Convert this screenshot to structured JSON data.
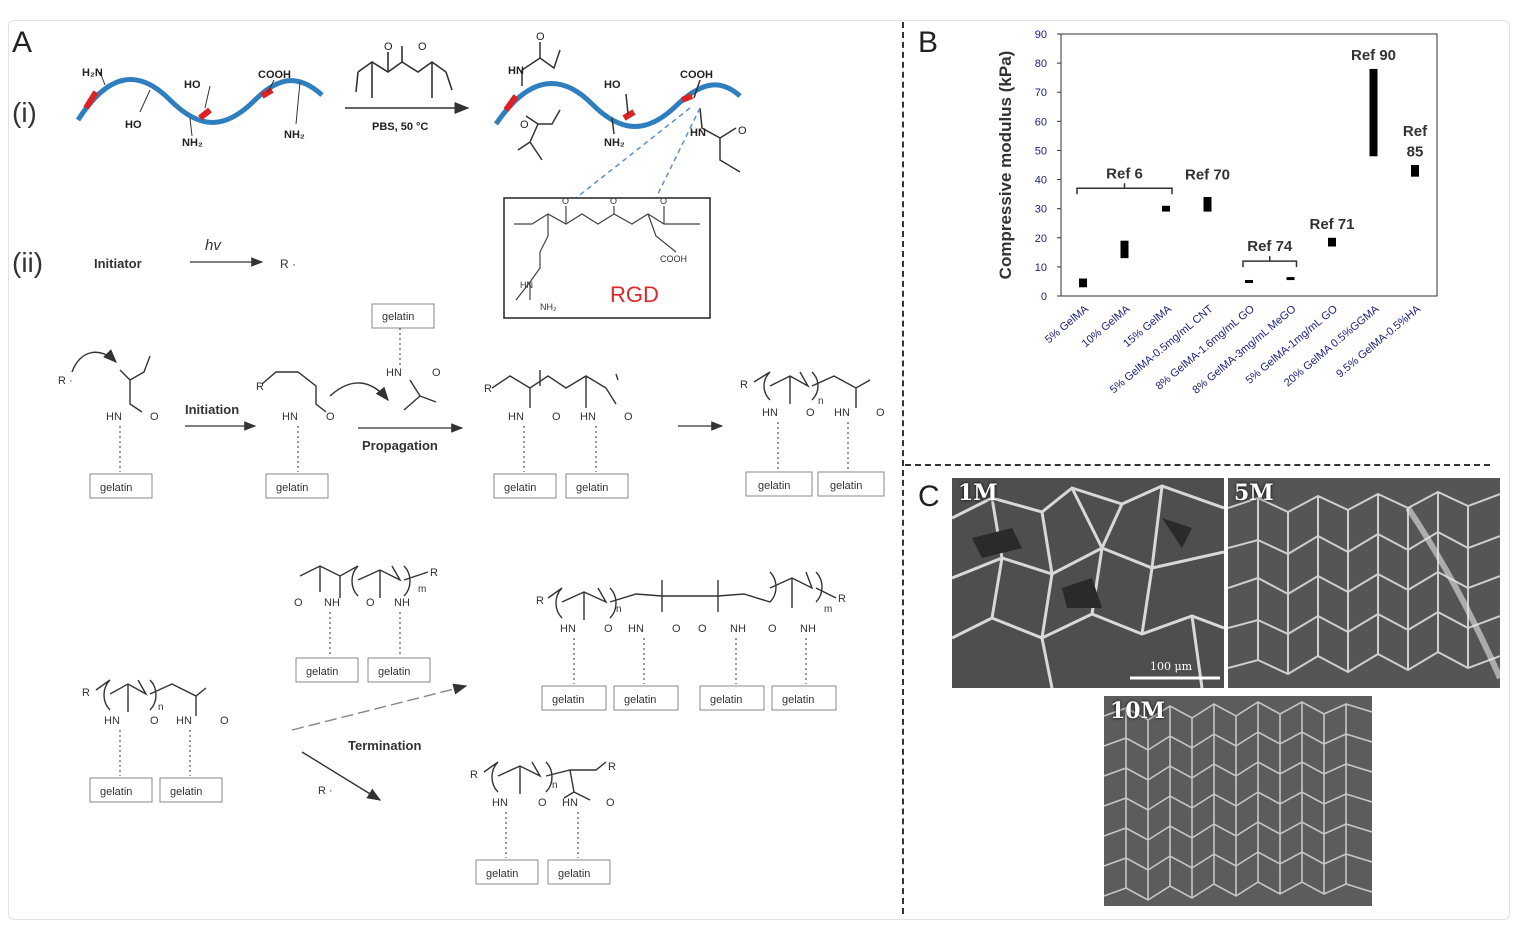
{
  "panels": {
    "a": "A",
    "b": "B",
    "c": "C"
  },
  "scheme": {
    "step_i": "(i)",
    "step_ii": "(ii)",
    "anhydride_conditions": "PBS, 50 °C",
    "initiator": "Initiator",
    "hv": "hv",
    "radical": "R ·",
    "initiation": "Initiation",
    "propagation": "Propagation",
    "termination": "Termination",
    "rgd": "RGD",
    "gelatin": "gelatin",
    "cooh": "COOH",
    "h2n": "H₂N",
    "nh2": "NH₂",
    "ho": "HO",
    "hn": "HN",
    "nh": "NH",
    "o": "O",
    "r": "R",
    "n": "n",
    "m": "m"
  },
  "chart_data": {
    "type": "bar",
    "ylabel": "Compressive modulus (kPa)",
    "ylim": [
      0,
      90
    ],
    "yticks": [
      0,
      10,
      20,
      30,
      40,
      50,
      60,
      70,
      80,
      90
    ],
    "categories": [
      "5% GelMA",
      "10% GelMA",
      "15% GelMA",
      "5% GelMA-0.5mg/mL CNT",
      "8% GelMA-1.6mg/mL GO",
      "8% GelMA-3mg/mL MeGO",
      "5% GelMA-1mg/mL GO",
      "20% GelMA 0.5%GGMA",
      "9.5% GelMA-0.5%HA"
    ],
    "ranges": [
      [
        3,
        6
      ],
      [
        13,
        19
      ],
      [
        29,
        31
      ],
      [
        29,
        34
      ],
      [
        4.5,
        5.5
      ],
      [
        6,
        6.5
      ],
      [
        17,
        20
      ],
      [
        48,
        78
      ],
      [
        41,
        45
      ]
    ],
    "annotations": [
      {
        "text": "Ref 6",
        "categories": [
          0,
          2
        ],
        "y": 37
      },
      {
        "text": "Ref 70",
        "category": 3,
        "y": 40
      },
      {
        "text": "Ref 74",
        "categories": [
          4,
          5
        ],
        "y": 12
      },
      {
        "text": "Ref 71",
        "category": 6,
        "y": 23
      },
      {
        "text": "Ref 90",
        "category": 7,
        "y": 81
      },
      {
        "text": "Ref",
        "category": 8,
        "y": 55
      },
      {
        "text": "85",
        "category": 8,
        "y": 48
      }
    ]
  },
  "sem_images": [
    {
      "label": "1M",
      "scalebar": "100 μm"
    },
    {
      "label": "5M"
    },
    {
      "label": "10M"
    }
  ]
}
